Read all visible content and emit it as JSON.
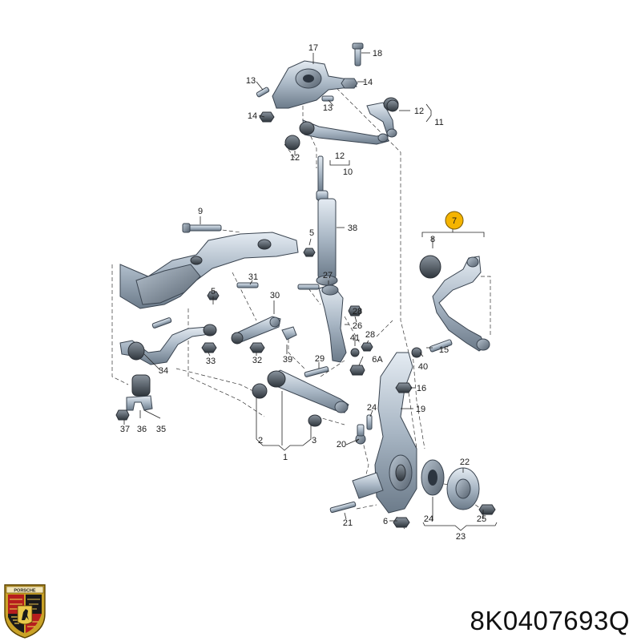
{
  "part_number": "8K0407693Q",
  "logo": {
    "name": "porsche-crest",
    "text": "PORSCHE"
  },
  "highlight_color": "#f5b400",
  "callouts": {
    "c1": "1",
    "c2": "2",
    "c3": "3",
    "c5a": "5",
    "c5b": "5",
    "c6": "6",
    "c6a": "6A",
    "c7": "7",
    "c8": "8",
    "c9": "9",
    "c10": "10",
    "c11": "11",
    "c12a": "12",
    "c12b": "12",
    "c12c": "12",
    "c13a": "13",
    "c13b": "13",
    "c14a": "14",
    "c14b": "14",
    "c15": "15",
    "c16": "16",
    "c17": "17",
    "c18": "18",
    "c19": "19",
    "c20": "20",
    "c21": "21",
    "c22": "22",
    "c23": "23",
    "c24a": "24",
    "c24b": "24",
    "c25": "25",
    "c26": "26",
    "c27": "27",
    "c28a": "28",
    "c28b": "28",
    "c29": "29",
    "c30": "30",
    "c31": "31",
    "c32": "32",
    "c33": "33",
    "c34": "34",
    "c35": "35",
    "c36": "36",
    "c37": "37",
    "c38": "38",
    "c39": "39",
    "c40": "40",
    "c41": "41"
  }
}
